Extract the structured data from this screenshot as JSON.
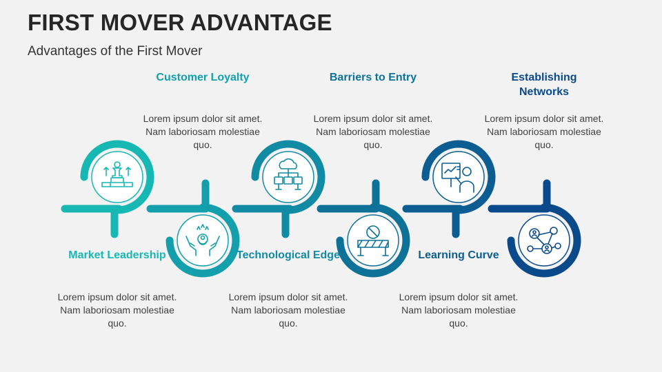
{
  "title": "FIRST MOVER ADVANTAGE",
  "subtitle": "Advantages of the First Mover",
  "steps": [
    {
      "heading": "Market Leadership",
      "body": "Lorem ipsum dolor sit amet. Nam laboriosam molestiae quo.",
      "color": "#17b8b3",
      "icon": "chess-podium-icon"
    },
    {
      "heading": "Customer Loyalty",
      "body": "Lorem ipsum dolor sit amet. Nam laboriosam molestiae quo.",
      "color": "#139fab",
      "icon": "hands-customer-stars-icon"
    },
    {
      "heading": "Technological Edge",
      "body": "Lorem ipsum dolor sit amet. Nam laboriosam molestiae quo.",
      "color": "#118aa3",
      "icon": "cloud-circuit-icon"
    },
    {
      "heading": "Barriers to Entry",
      "body": "Lorem ipsum dolor sit amet. Nam laboriosam molestiae quo.",
      "color": "#0d7198",
      "icon": "barrier-no-entry-icon"
    },
    {
      "heading": "Learning Curve",
      "body": "Lorem ipsum dolor sit amet. Nam laboriosam molestiae quo.",
      "color": "#0c5d92",
      "icon": "presenter-board-icon"
    },
    {
      "heading": "Establishing Networks",
      "body": "Lorem ipsum dolor sit amet. Nam laboriosam molestiae quo.",
      "color": "#0b4a8a",
      "icon": "network-people-icon"
    }
  ]
}
